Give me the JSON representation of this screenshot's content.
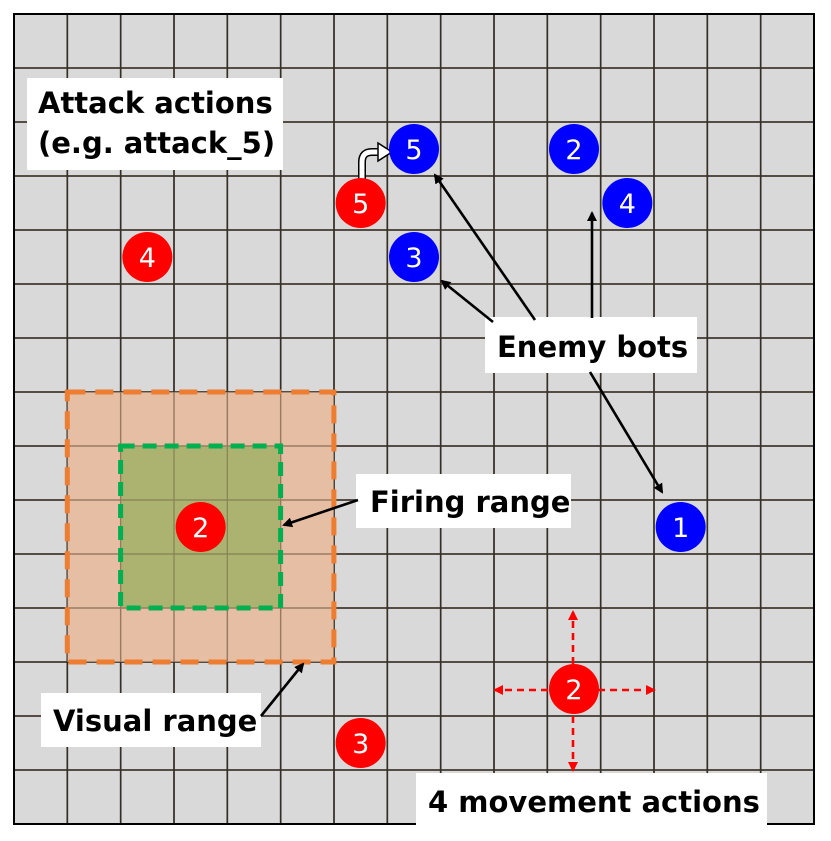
{
  "labels": {
    "attack_line1": "Attack actions",
    "attack_line2": "(e.g. attack_5)",
    "enemy": "Enemy bots",
    "firing": "Firing range",
    "visual": "Visual range",
    "movement": "4 movement actions"
  },
  "grid": {
    "columns": 15,
    "rows": 15
  },
  "colors": {
    "background": "#d9d9d9",
    "grid_line": "#000000",
    "ally": "#ff0000",
    "enemy": "#0000ff",
    "visual_range_fill": "#e8b89a",
    "visual_range_border": "#ed7d31",
    "firing_range_fill": "#a9b26f",
    "firing_range_border": "#00b050"
  },
  "allies": [
    {
      "id": "2",
      "col": 3,
      "row": 9
    },
    {
      "id": "2",
      "col": 10,
      "row": 12
    },
    {
      "id": "3",
      "col": 6,
      "row": 13
    },
    {
      "id": "4",
      "col": 2,
      "row": 4
    },
    {
      "id": "5",
      "col": 6,
      "row": 3
    }
  ],
  "enemies": [
    {
      "id": "1",
      "col": 12,
      "row": 9
    },
    {
      "id": "2",
      "col": 10,
      "row": 2
    },
    {
      "id": "3",
      "col": 7,
      "row": 4
    },
    {
      "id": "4",
      "col": 11,
      "row": 3
    },
    {
      "id": "5",
      "col": 7,
      "row": 2
    }
  ]
}
